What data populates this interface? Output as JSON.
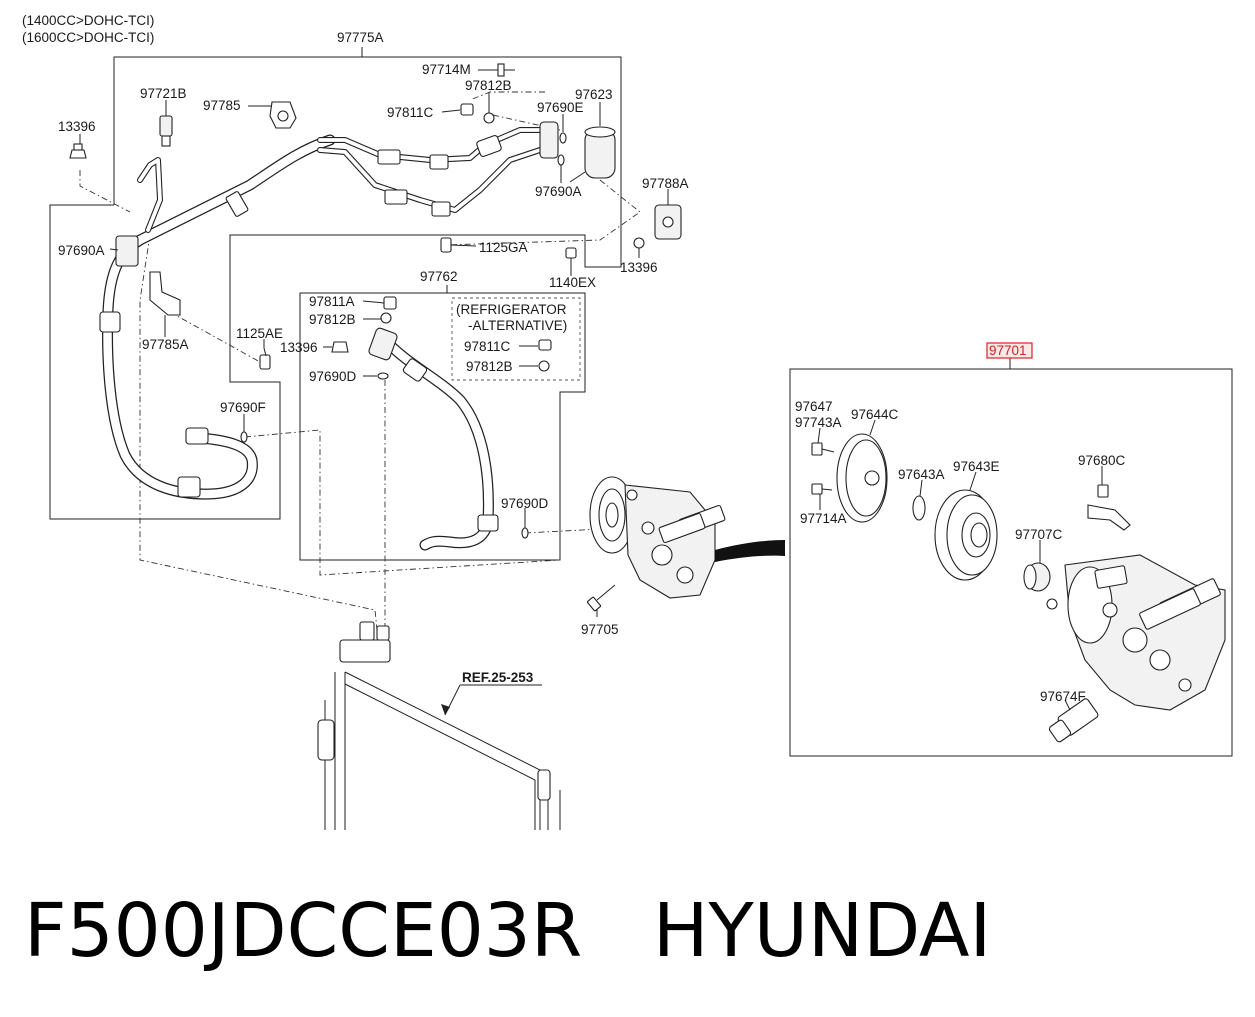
{
  "engines": [
    "(1400CC>DOHC-TCI)",
    "(1600CC>DOHC-TCI)"
  ],
  "labels": {
    "l97775A": "97775A",
    "l97714M": "97714M",
    "l97812B_top": "97812B",
    "l97721B": "97721B",
    "l97785": "97785",
    "l97811C_top": "97811C",
    "l97690E": "97690E",
    "l97623": "97623",
    "l13396_left": "13396",
    "l97690A_right": "97690A",
    "l97788A": "97788A",
    "l97690A_left": "97690A",
    "l1125GA": "1125GA",
    "l13396_right": "13396",
    "l1140EX": "1140EX",
    "l97762": "97762",
    "l97811A": "97811A",
    "l97812B_mid": "97812B",
    "l1125AE": "1125AE",
    "l13396_mid": "13396",
    "l97785A": "97785A",
    "l97690D_top": "97690D",
    "l97690F": "97690F",
    "l97690D_low": "97690D",
    "l97705": "97705",
    "lref": "REF.25-253",
    "l97701": "97701",
    "l97647": "97647",
    "l97743A": "97743A",
    "l97644C": "97644C",
    "l97643A": "97643A",
    "l97643E": "97643E",
    "l97680C": "97680C",
    "l97714A": "97714A",
    "l97707C": "97707C",
    "l97674F": "97674F"
  },
  "alternative_box": {
    "title_line1": "(REFRIGERATOR",
    "title_line2": "-ALTERNATIVE)",
    "item1": "97811C",
    "item2": "97812B"
  },
  "colors": {
    "selected_outline": "#dd2222",
    "selected_fill": "#fde8e8",
    "line": "#222222"
  },
  "footer": {
    "part_code": "F500JDCCE03R",
    "brand": "HYUNDAI"
  }
}
